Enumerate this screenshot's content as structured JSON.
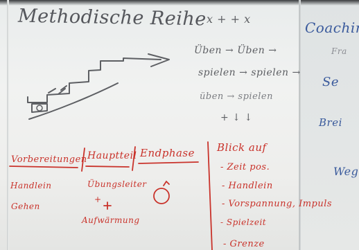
{
  "whiteboard": {
    "title": "Methodische Reihe",
    "checkmarks": "x + + x",
    "steps": [
      "Üben → Üben →",
      "spielen → spielen →",
      "üben → spielen"
    ],
    "step_arrows": "+ ↓ ↓",
    "columns": {
      "left": "Vorbereitungen",
      "middle": "Hauptteil",
      "right": "Endphase"
    },
    "left_items": [
      "Handlein",
      "Gehen"
    ],
    "middle_items": [
      "Übungsleiter",
      "+",
      "Aufwärmung"
    ],
    "right_list_title": "Blick auf",
    "right_list": [
      "- Zeit pos.",
      "- Handlein",
      "- Vorspannung, Impuls",
      "- Spielzeit",
      "- Grenze"
    ],
    "right_panel": {
      "title": "Coaching",
      "subtitle": "Fra",
      "items": [
        "Se",
        "Brei",
        "Weg"
      ]
    }
  },
  "colors": {
    "marker_gray": "#5d5f63",
    "marker_red": "#c9322a",
    "marker_blue": "#3a5a9c",
    "board": "#eceeed"
  }
}
